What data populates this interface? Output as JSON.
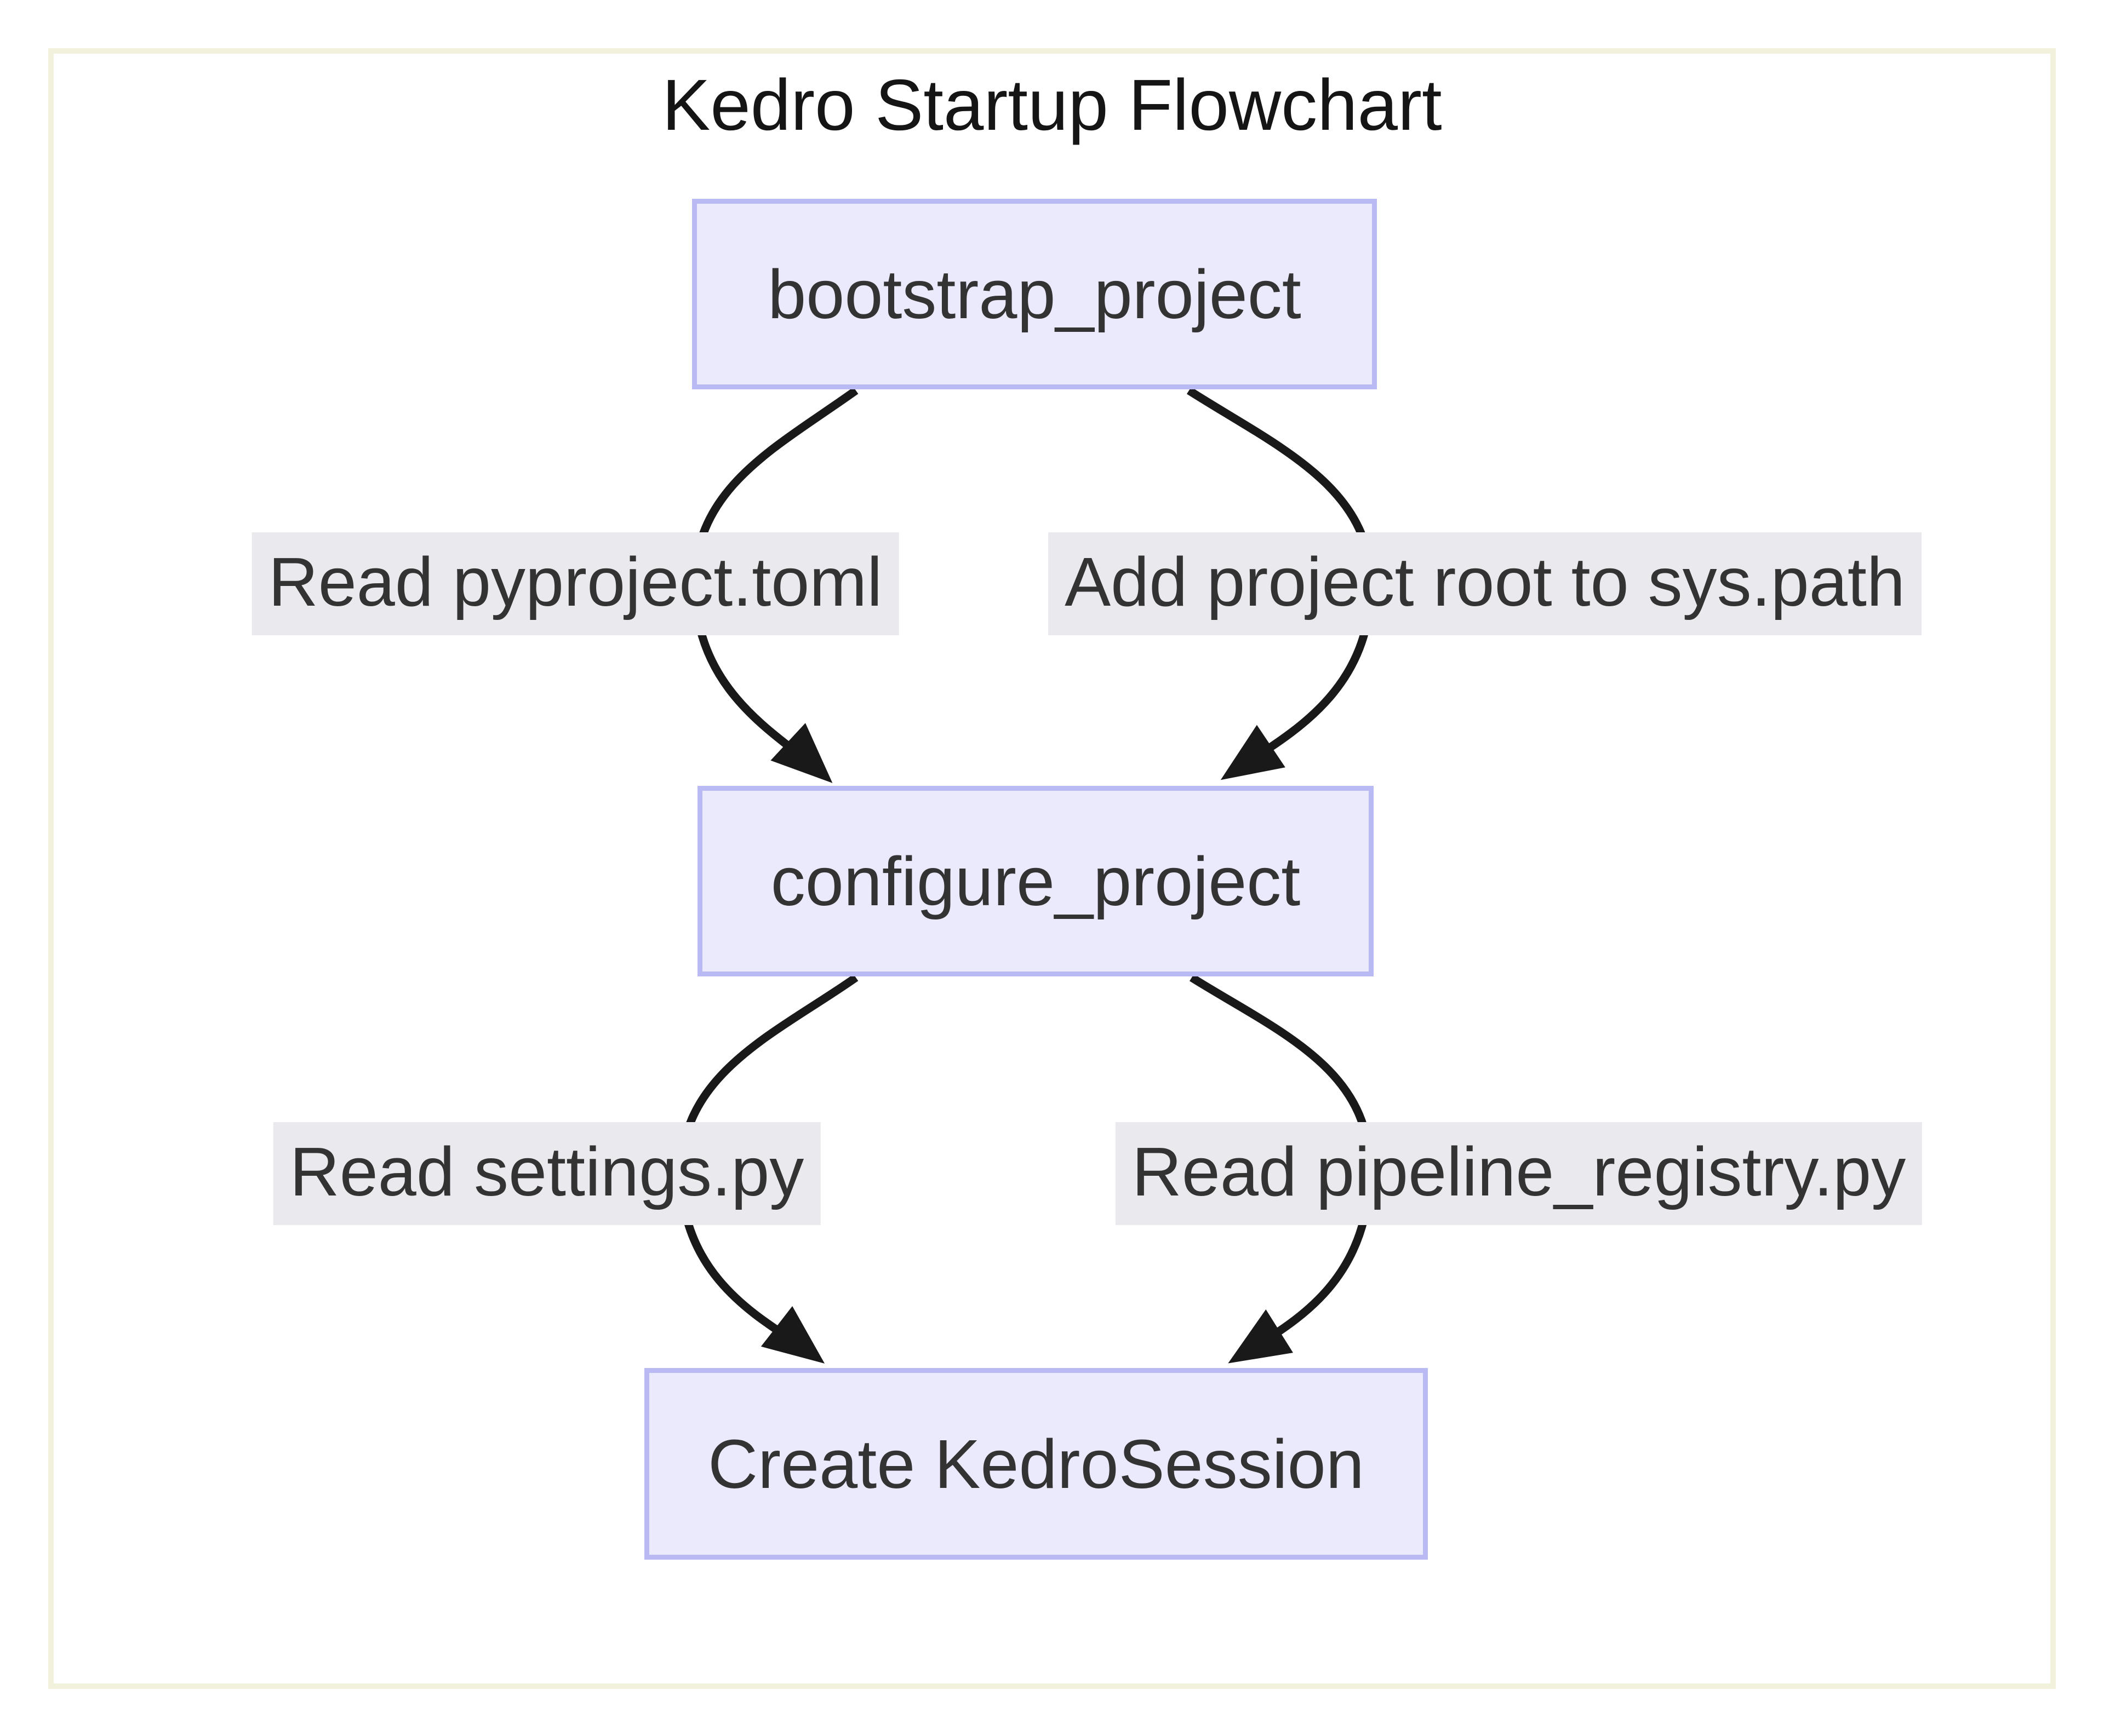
{
  "diagram": {
    "title": "Kedro Startup Flowchart",
    "nodes": [
      {
        "id": "bootstrap",
        "label": "bootstrap_project"
      },
      {
        "id": "configure",
        "label": "configure_project"
      },
      {
        "id": "session",
        "label": "Create KedroSession"
      }
    ],
    "edges": [
      {
        "from": "bootstrap_project",
        "to": "configure_project",
        "label": "Read pyproject.toml"
      },
      {
        "from": "bootstrap_project",
        "to": "configure_project",
        "label": "Add project root to sys.path"
      },
      {
        "from": "configure_project",
        "to": "Create KedroSession",
        "label": "Read settings.py"
      },
      {
        "from": "configure_project",
        "to": "Create KedroSession",
        "label": "Read pipeline_registry.py"
      }
    ],
    "colors": {
      "background": "#ffffff",
      "frame_border": "#f1f1dc",
      "node_fill": "#eaeafc",
      "node_border": "#b9b9f3",
      "edge_label_background": "#e9e9ee",
      "edge_stroke": "#191919",
      "text": "#333333"
    }
  }
}
